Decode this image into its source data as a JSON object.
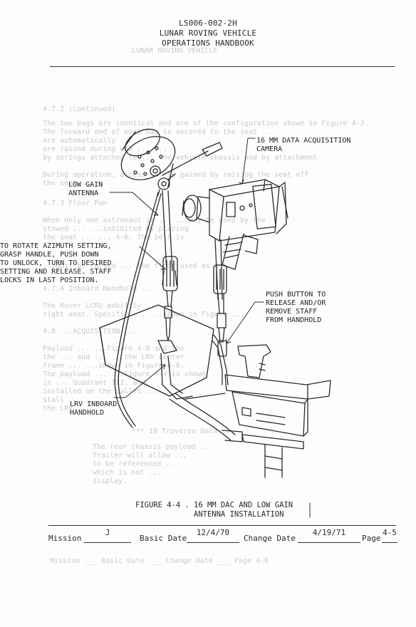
{
  "header": {
    "doc_number": "LS006-002-2H",
    "title_line1": "LUNAR ROVING VEHICLE",
    "title_line2": "OPERATIONS HANDBOOK"
  },
  "labels": {
    "camera": [
      "16 MM DATA ACQUISITION",
      "CAMERA"
    ],
    "low_gain_antenna": [
      "LOW GAIN",
      "ANTENNA"
    ],
    "azimuth": [
      "TO ROTATE AZIMUTH SETTING,",
      "GRASP HANDLE, PUSH DOWN",
      "TO UNLOCK, TURN TO DESIRED",
      "SETTING AND RELEASE.  STAFF",
      "LOCKS IN LAST POSITION."
    ],
    "push_button": [
      "PUSH BUTTON TO",
      "RELEASE AND/OR",
      "REMOVE STAFF",
      "FROM HANDHOLD"
    ],
    "lrv_handhold": [
      "LRV INBOARD",
      "HANDHOLD"
    ]
  },
  "figure": {
    "number": "FIGURE 4-4 .",
    "title_line1": "16 MM DAC AND LOW GAIN",
    "title_line2": "ANTENNA INSTALLATION"
  },
  "footer": {
    "mission_label": "Mission",
    "mission_value": "J",
    "basic_date_label": "Basic Date",
    "basic_date_value": "12/4/70",
    "change_date_label": "Change Date",
    "change_date_value": "4/19/71",
    "page_label": "Page",
    "page_value": "4-5"
  },
  "colors": {
    "ink": "#2a2a2a",
    "paper": "#fdfdfb",
    "bleed": "#c9c9c9"
  }
}
